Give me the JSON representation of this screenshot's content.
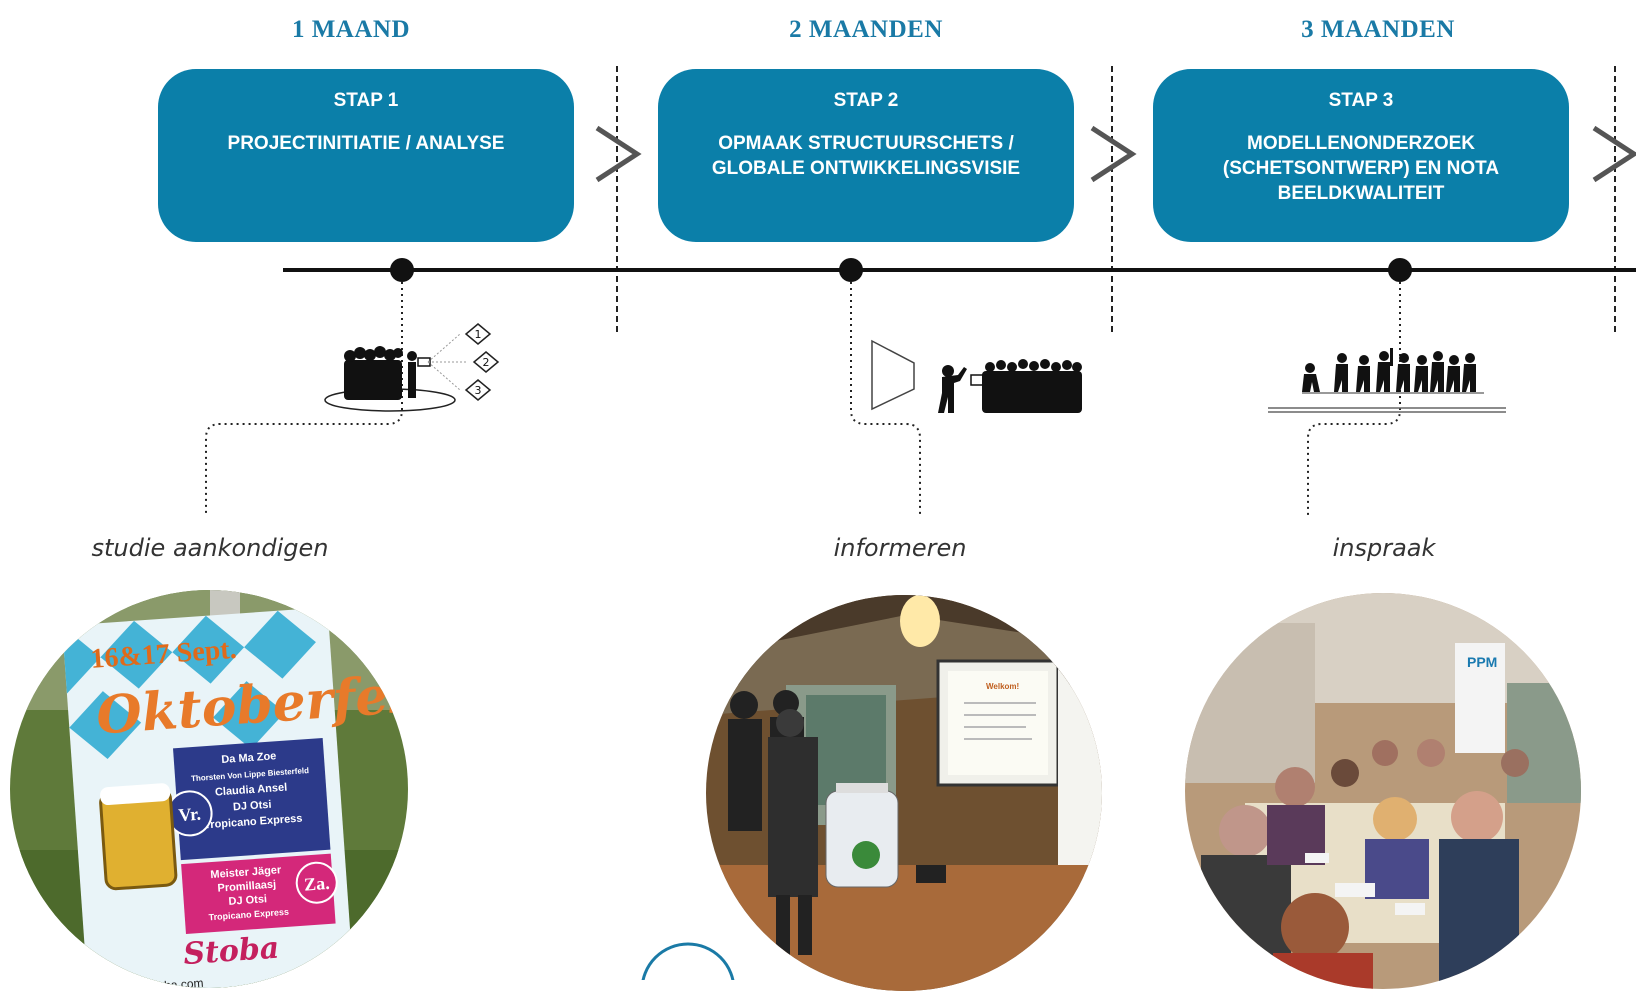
{
  "periods": [
    "1 MAAND",
    "2 MAANDEN",
    "3 MAANDEN"
  ],
  "steps": [
    {
      "number": "STAP 1",
      "title": "PROJECTINITIATIE / ANALYSE"
    },
    {
      "number": "STAP 2",
      "title": "OPMAAK STRUCTUURSCHETS / GLOBALE ONTWIKKELINGSVISIE"
    },
    {
      "number": "STAP 3",
      "title": "MODELLENONDERZOEK (SCHETSONTWERP) EN NOTA BEELDKWALITEIT"
    }
  ],
  "captions": [
    "studie aankondigen",
    "informeren",
    "inspraak"
  ],
  "diagram_numbers": [
    "1",
    "2",
    "3"
  ],
  "poster": {
    "date": "16&17 Sept.",
    "title": "Oktoberfest",
    "day1": "Vr.",
    "day2": "Za.",
    "lineup1": [
      "Da Ma Zoe",
      "Thorsten Von Lippe Biesterfeld",
      "Claudia Ansel",
      "DJ Otsi",
      "Tropicano Express"
    ],
    "lineup2": [
      "Meister Jäger",
      "Promillaasj",
      "DJ Otsi",
      "Tropicano Express"
    ],
    "brand": "Stoba",
    "website": "www.stoba.com"
  },
  "screen_title": "Welkom!",
  "banner_text": "PPM",
  "colors": {
    "step_fill": "#0b7fa9",
    "period_text": "#1a7aa6"
  },
  "icons": [
    "audience-group-icon",
    "presenter-icon",
    "projector-screen-icon",
    "speaker-icon",
    "audience-crowd-icon",
    "participants-group-icon"
  ]
}
